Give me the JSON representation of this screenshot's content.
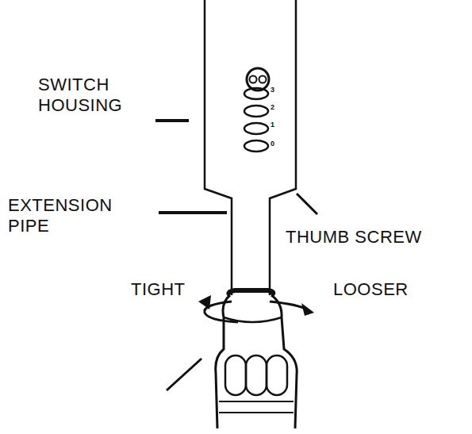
{
  "diagram": {
    "labels": [
      "SWITCH HOUSING",
      "EXTENSION PIPE",
      "THUMB SCREW",
      "TIGHT",
      "LOOSER",
      "3",
      "2",
      "1",
      "0"
    ]
  }
}
